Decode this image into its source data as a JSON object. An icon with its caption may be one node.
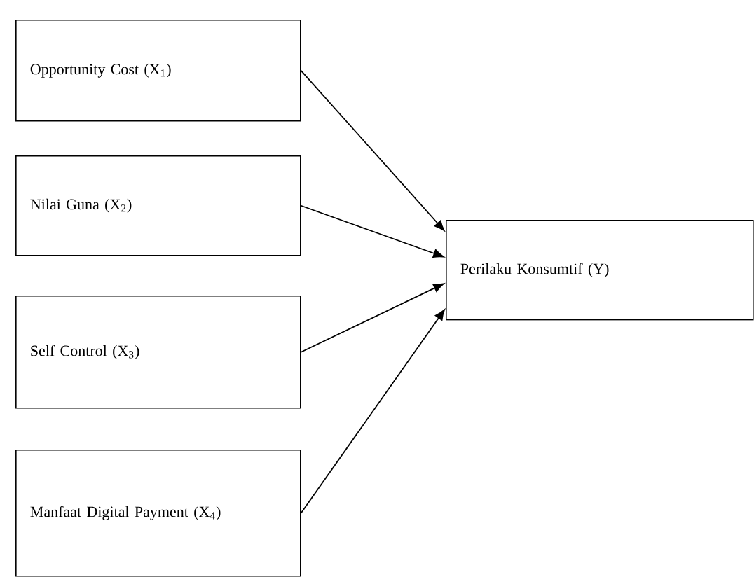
{
  "diagram": {
    "nodes": [
      {
        "text": [
          "Opportunity Cost (X$_{1}$)"
        ]
      },
      {
        "text": [
          "Nilai Guna (X$_{2}$)"
        ]
      },
      {
        "text": [
          "Self Control (X$_{3}$)"
        ]
      },
      {
        "text": [
          "Manfaat Digital Payment (X$_{4}$)"
        ]
      },
      {
        "text": [
          "Perilaku Konsumtif (Y)"
        ]
      }
    ],
    "edges": [
      {
        "from": 0,
        "to": 4,
        "arrow": "to"
      },
      {
        "from": 1,
        "to": 4,
        "arrow": "to"
      },
      {
        "from": 2,
        "to": 4,
        "arrow": "to"
      },
      {
        "from": 3,
        "to": 4,
        "arrow": "to"
      }
    ]
  }
}
